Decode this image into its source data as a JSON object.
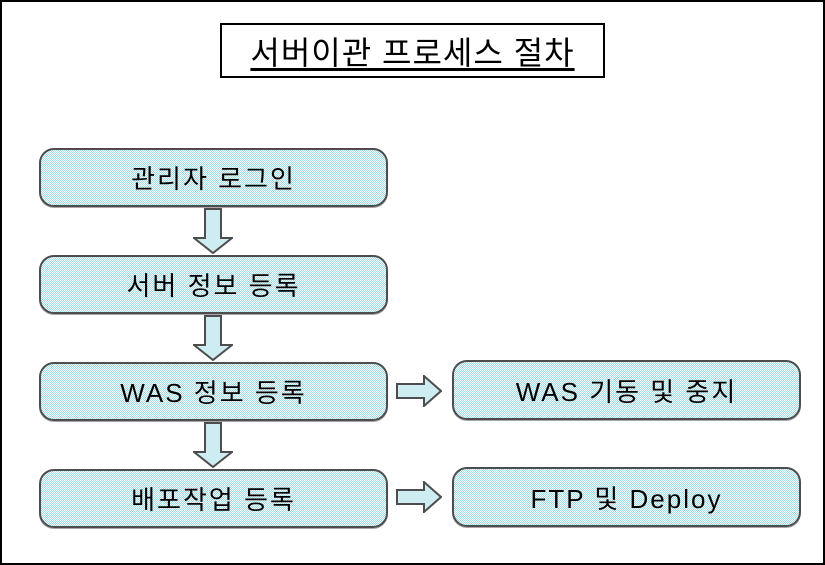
{
  "page": {
    "title": "서버이관 프로세스 절차"
  },
  "flow": {
    "steps": [
      {
        "label": "관리자 로그인"
      },
      {
        "label": "서버 정보 등록"
      },
      {
        "label": "WAS 정보 등록"
      },
      {
        "label": "배포작업 등록"
      }
    ],
    "side_steps": [
      {
        "label": "WAS 기동 및 중지"
      },
      {
        "label": "FTP 및 Deploy"
      }
    ]
  },
  "icons": {
    "down_arrow": "down-arrow-icon",
    "right_arrow": "right-arrow-icon"
  },
  "colors": {
    "box_fill_dither_cyan": "#9cdce6",
    "box_fill_dither_white": "#ffffff",
    "box_border": "#4d4d4d",
    "arrow_fill": "#cdedf2",
    "outer_border": "#000000",
    "text": "#000000"
  }
}
